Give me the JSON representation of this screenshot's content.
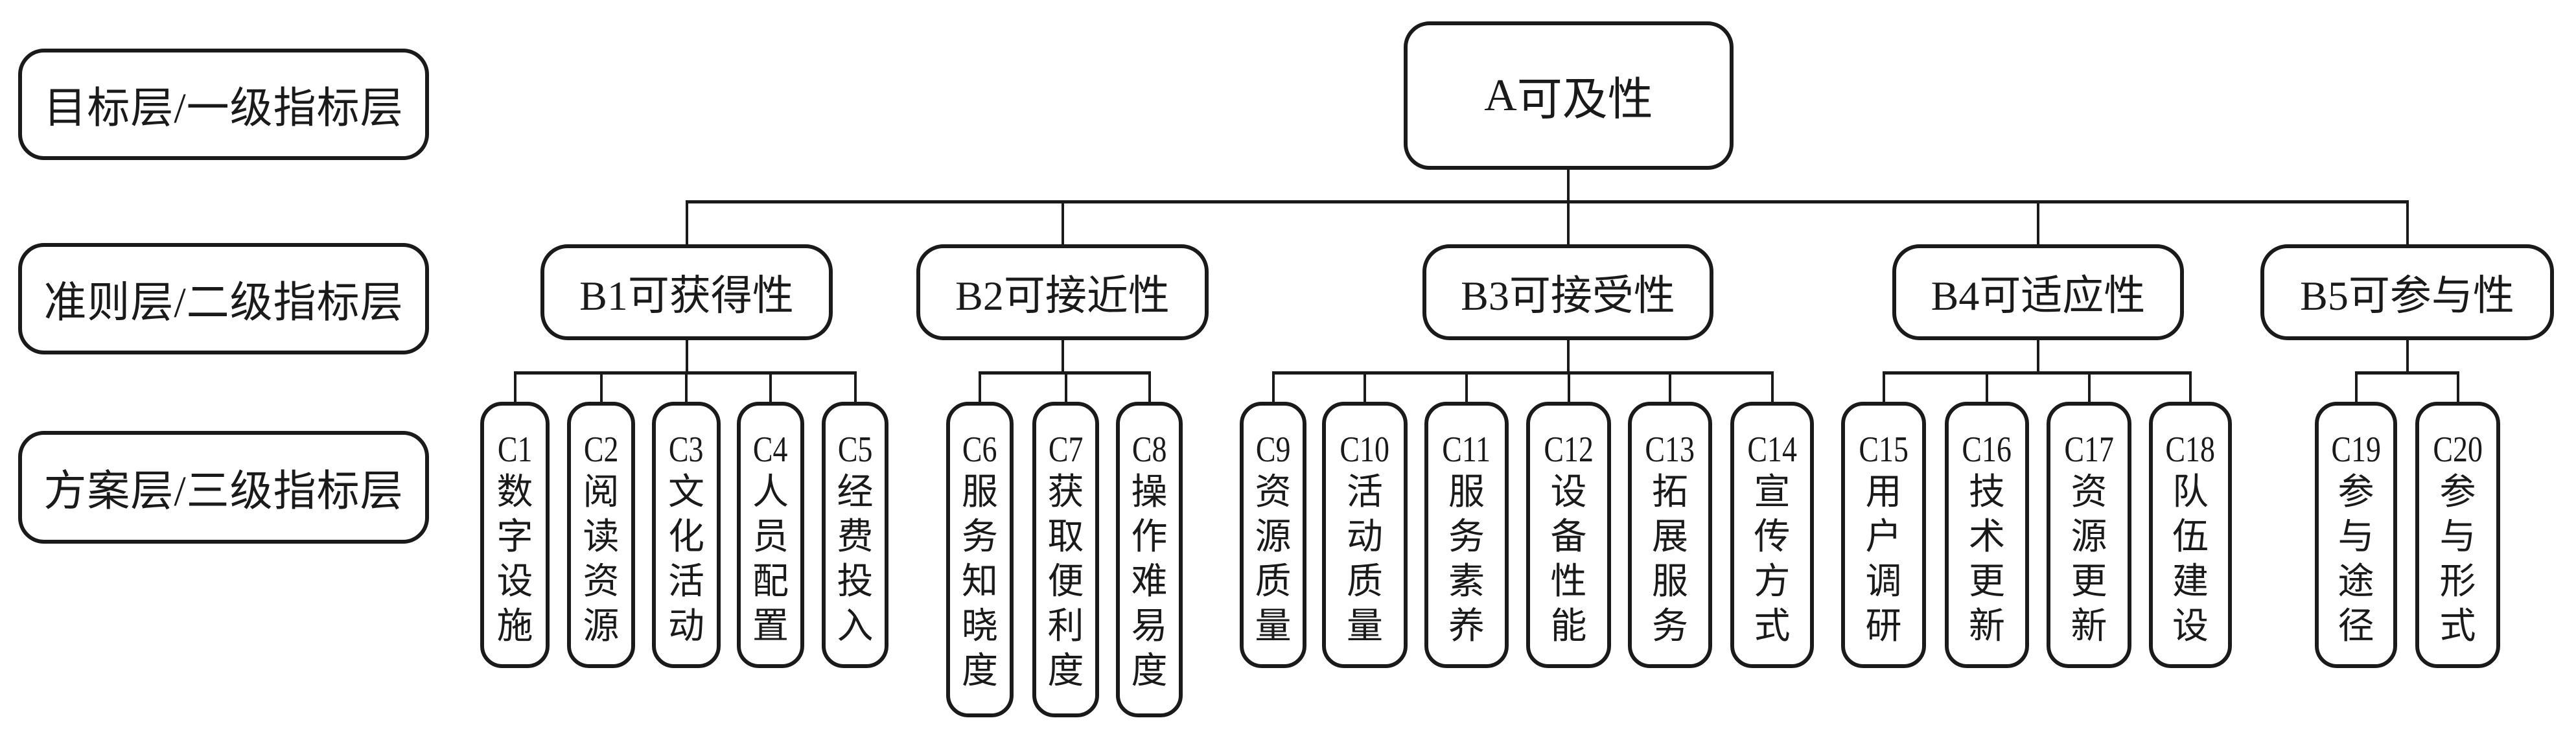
{
  "layer_labels": [
    {
      "id": "goal",
      "text": "目标层/一级指标层"
    },
    {
      "id": "criteria",
      "text": "准则层/二级指标层"
    },
    {
      "id": "scheme",
      "text": "方案层/三级指标层"
    }
  ],
  "root": {
    "code": "A",
    "name": "可及性"
  },
  "criteria": [
    {
      "code": "B1",
      "name": "可获得性",
      "children": [
        {
          "code": "C1",
          "name": "数字设施"
        },
        {
          "code": "C2",
          "name": "阅读资源"
        },
        {
          "code": "C3",
          "name": "文化活动"
        },
        {
          "code": "C4",
          "name": "人员配置"
        },
        {
          "code": "C5",
          "name": "经费投入"
        }
      ]
    },
    {
      "code": "B2",
      "name": "可接近性",
      "children": [
        {
          "code": "C6",
          "name": "服务知晓度"
        },
        {
          "code": "C7",
          "name": "获取便利度"
        },
        {
          "code": "C8",
          "name": "操作难易度"
        }
      ]
    },
    {
      "code": "B3",
      "name": "可接受性",
      "children": [
        {
          "code": "C9",
          "name": "资源质量"
        },
        {
          "code": "C10",
          "name": "活动质量"
        },
        {
          "code": "C11",
          "name": "服务素养"
        },
        {
          "code": "C12",
          "name": "设备性能"
        },
        {
          "code": "C13",
          "name": "拓展服务"
        },
        {
          "code": "C14",
          "name": "宣传方式"
        }
      ]
    },
    {
      "code": "B4",
      "name": "可适应性",
      "children": [
        {
          "code": "C15",
          "name": "用户调研"
        },
        {
          "code": "C16",
          "name": "技术更新"
        },
        {
          "code": "C17",
          "name": "资源更新"
        },
        {
          "code": "C18",
          "name": "队伍建设"
        }
      ]
    },
    {
      "code": "B5",
      "name": "可参与性",
      "children": [
        {
          "code": "C19",
          "name": "参与途径"
        },
        {
          "code": "C20",
          "name": "参与形式"
        }
      ]
    }
  ]
}
